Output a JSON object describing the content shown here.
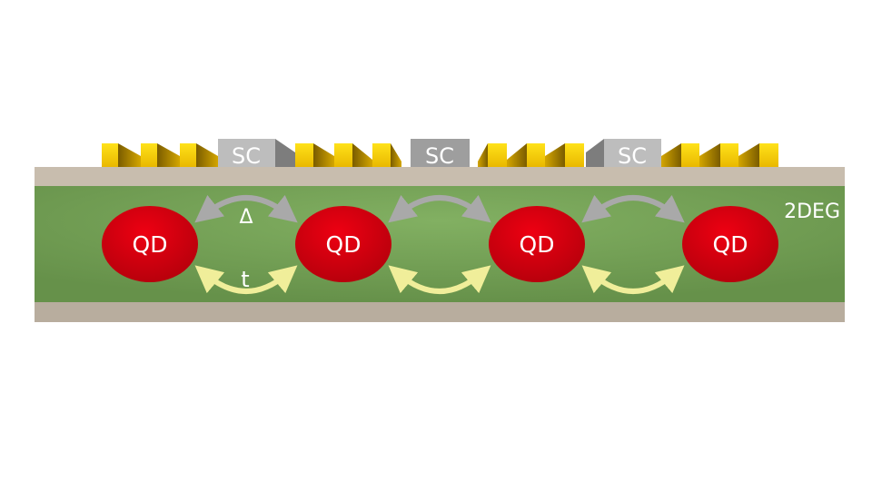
{
  "labels": {
    "superconductor": [
      "SC",
      "SC",
      "SC"
    ],
    "quantum_dots": [
      "QD",
      "QD",
      "QD",
      "QD"
    ],
    "layer": "2DEG",
    "pairing": "Δ",
    "hopping": "t"
  },
  "colors": {
    "gate_gold": "#f5cc00",
    "sc_gray": "#b4b4b4",
    "substrate": "#b8ad9e",
    "two_deg_green": "#6e9a4f",
    "quantum_dot_red": "#d40010",
    "pairing_arrow": "#a9a9a9",
    "hopping_arrow": "#f0ee9a"
  }
}
